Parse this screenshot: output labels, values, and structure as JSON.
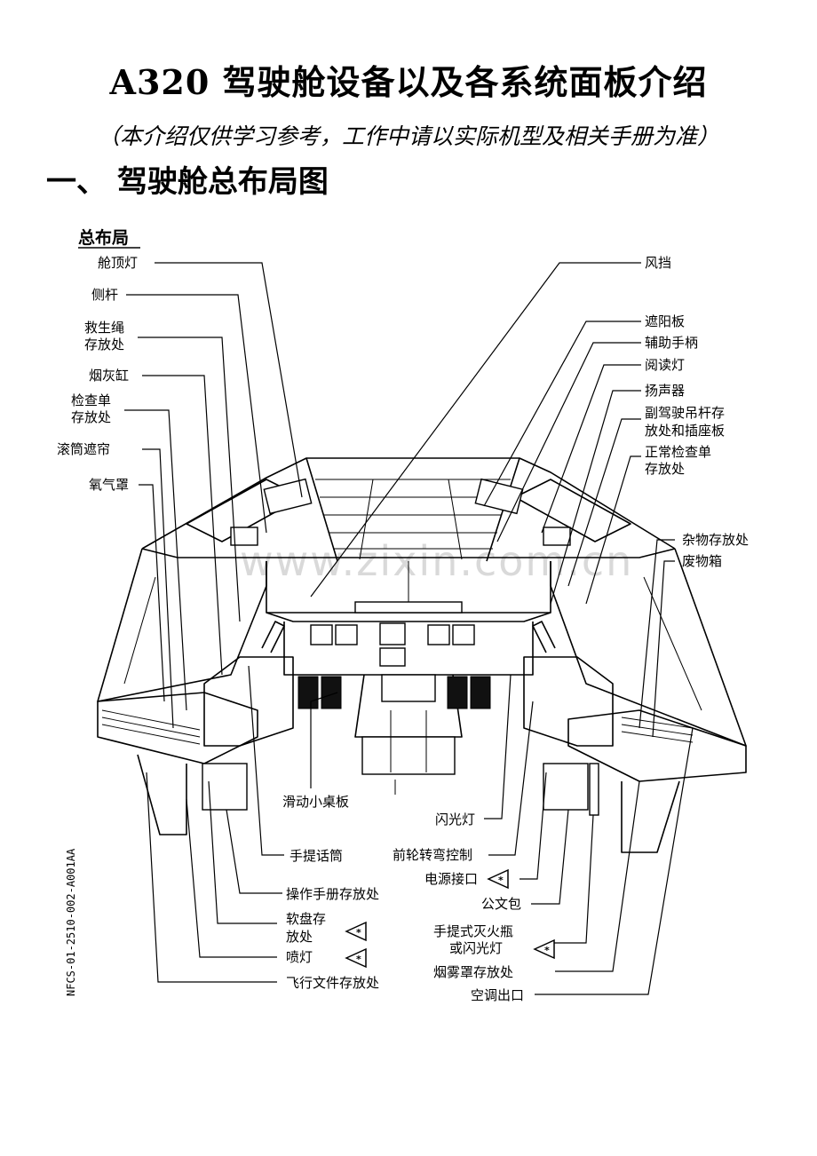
{
  "document": {
    "title": "A320 驾驶舱设备以及各系统面板介绍",
    "subtitle": "（本介绍仅供学习参考，工作中请以实际机型及相关手册为准）",
    "section_heading": "一、 驾驶舱总布局图"
  },
  "figure": {
    "heading": "总布局",
    "side_code": "NFCS-01-2510-002-A001AA",
    "watermark": "www.zixin.com.cn",
    "labels_left": [
      "舱顶灯",
      "侧杆",
      "救生绳",
      "存放处",
      "烟灰缸",
      "检查单",
      "存放处",
      "滚筒遮帘",
      "氧气罩"
    ],
    "labels_right": [
      "风挡",
      "遮阳板",
      "辅助手柄",
      "阅读灯",
      "扬声器",
      "副驾驶吊杆存",
      "放处和插座板",
      "正常检查单",
      "存放处",
      "杂物存放处",
      "废物箱"
    ],
    "labels_bottom": [
      "滑动小桌板",
      "闪光灯",
      "手提话筒",
      "前轮转弯控制",
      "电源接口",
      "操作手册存放处",
      "公文包",
      "软盘存",
      "放处",
      "手提式灭火瓶",
      "或闪光灯",
      "喷灯",
      "烟雾罩存放处",
      "飞行文件存放处",
      "空调出口"
    ],
    "icons": [
      "star-triangle-icon",
      "star-triangle-icon",
      "star-triangle-icon",
      "star-triangle-icon"
    ]
  }
}
